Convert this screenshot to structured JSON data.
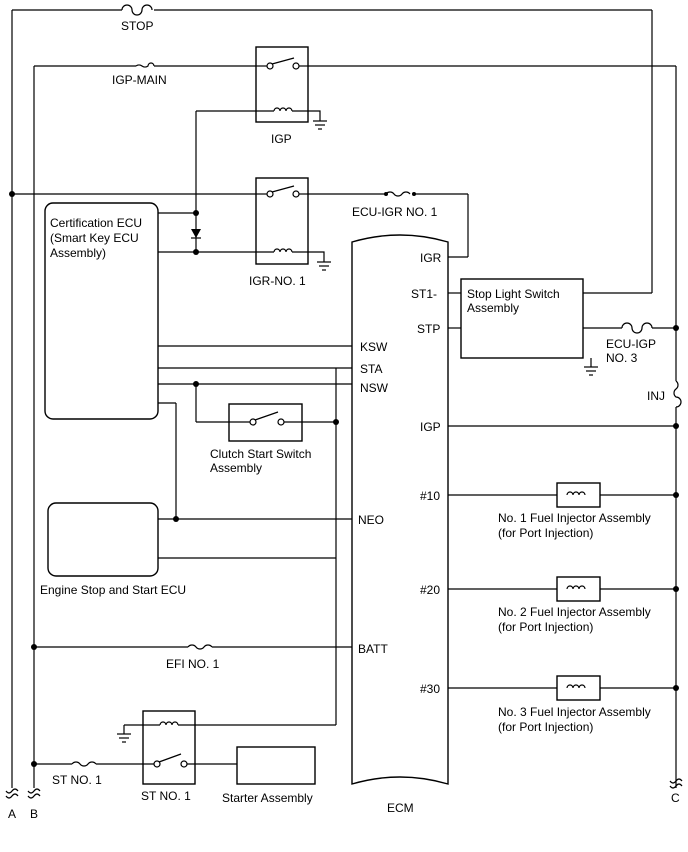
{
  "fuses": {
    "stop": "STOP",
    "igp_main": "IGP-MAIN",
    "ecu_igr_no1": "ECU-IGR NO. 1",
    "ecu_igp_no3_line1": "ECU-IGP",
    "ecu_igp_no3_line2": "NO. 3",
    "inj": "INJ",
    "efi_no1": "EFI NO. 1",
    "st_no1": "ST NO. 1"
  },
  "relays": {
    "igp": "IGP",
    "igr_no1": "IGR-NO. 1",
    "st_no1": "ST NO. 1"
  },
  "components": {
    "cert_ecu_line1": "Certification ECU",
    "cert_ecu_line2": "(Smart Key ECU",
    "cert_ecu_line3": "Assembly)",
    "clutch_line1": "Clutch Start Switch",
    "clutch_line2": "Assembly",
    "engine_stop_ecu": "Engine Stop and Start ECU",
    "stop_light_line1": "Stop Light Switch",
    "stop_light_line2": "Assembly",
    "starter": "Starter Assembly",
    "ecm": "ECM",
    "inj1_line1": "No. 1 Fuel Injector Assembly",
    "inj1_line2": "(for Port Injection)",
    "inj2_line1": "No. 2 Fuel Injector Assembly",
    "inj2_line2": "(for Port Injection)",
    "inj3_line1": "No. 3 Fuel Injector Assembly",
    "inj3_line2": "(for Port Injection)"
  },
  "ecm_pins": {
    "igr": "IGR",
    "st1": "ST1-",
    "stp": "STP",
    "ksw": "KSW",
    "sta": "STA",
    "nsw": "NSW",
    "igp": "IGP",
    "p10": "#10",
    "neo": "NEO",
    "p20": "#20",
    "batt": "BATT",
    "p30": "#30"
  },
  "terminals": {
    "a": "A",
    "b": "B",
    "c": "C"
  }
}
